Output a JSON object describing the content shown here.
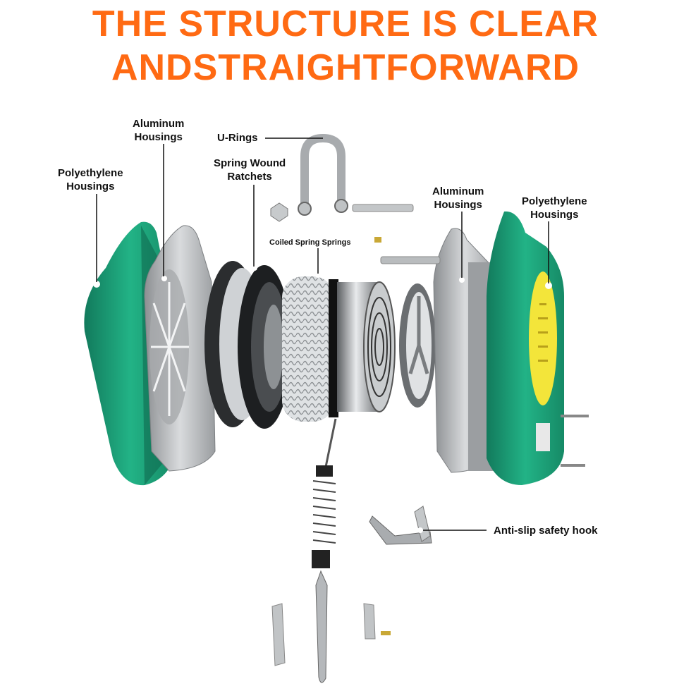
{
  "title": {
    "line1": "THE STRUCTURE IS CLEAR",
    "line2": "ANDSTRAIGHTFORWARD"
  },
  "labels": {
    "poly_left": [
      "Polyethylene",
      "Housings"
    ],
    "alum_left": [
      "Aluminum",
      "Housings"
    ],
    "u_rings": "U-Rings",
    "spring_ratchets": [
      "Spring Wound",
      "Ratchets"
    ],
    "coiled_spring": "Coiled Spring Springs",
    "alum_right": [
      "Aluminum",
      "Housings"
    ],
    "poly_right": [
      "Polyethylene",
      "Housings"
    ],
    "safety_hook": "Anti-slip safety hook"
  },
  "colors": {
    "title": "#ff6a13",
    "housing_green": "#1fa07a",
    "aluminum": "#b9bcbf",
    "label_yellow": "#f3e53a"
  }
}
